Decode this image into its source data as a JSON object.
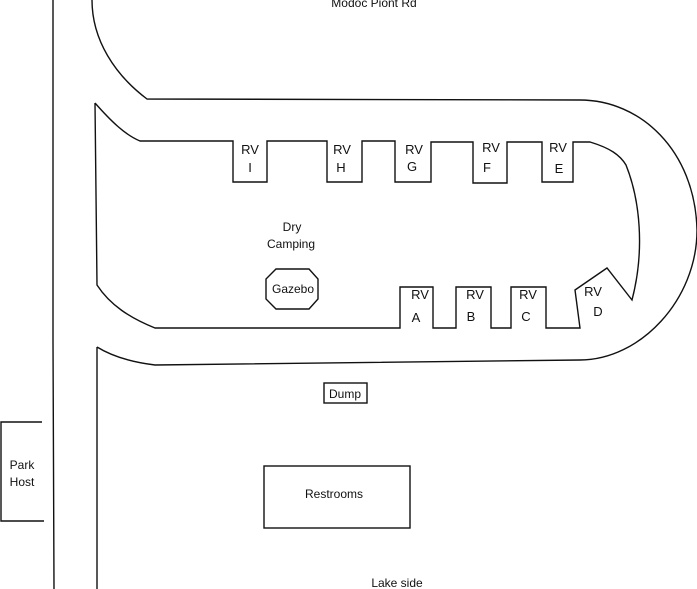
{
  "map": {
    "road_top": "Modoc Piont Rd",
    "bottom_label": "Lake side",
    "area_label_line1": "Dry",
    "area_label_line2": "Camping",
    "gazebo": "Gazebo",
    "dump": "Dump",
    "restrooms": "Restrooms",
    "park_host_line1": "Park",
    "park_host_line2": "Host",
    "site_prefix": "RV",
    "sites_top": [
      "I",
      "H",
      "G",
      "F",
      "E"
    ],
    "sites_bottom": [
      "A",
      "B",
      "C",
      "D"
    ]
  }
}
